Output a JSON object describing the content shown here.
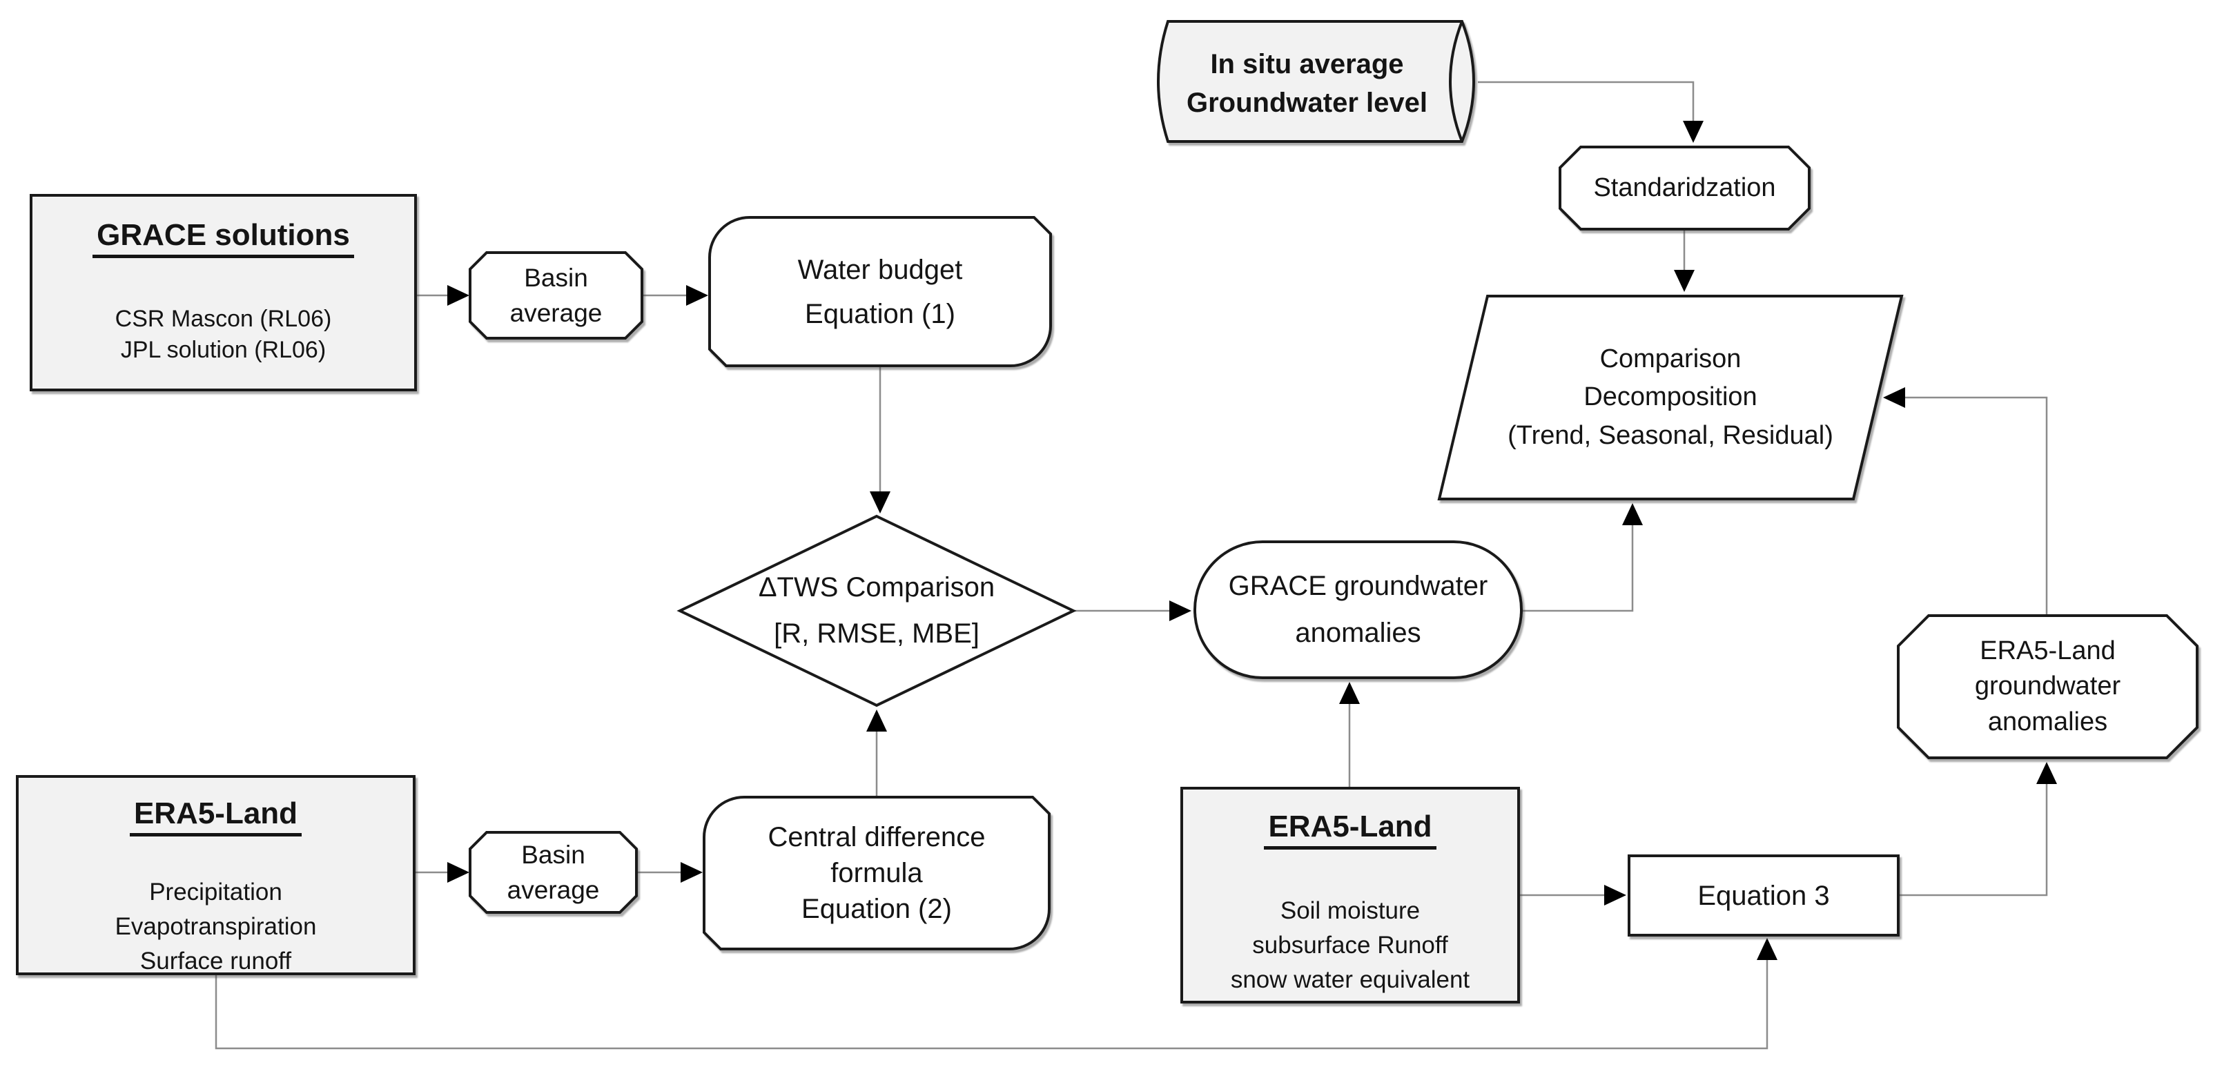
{
  "figure_type": "methodology-flowchart",
  "nodes": {
    "in_situ": {
      "lines": [
        "In situ average",
        "Groundwater level"
      ]
    },
    "standardization": {
      "label": "Standaridzation"
    },
    "comparison": {
      "lines": [
        "Comparison",
        "Decomposition",
        "(Trend, Seasonal, Residual)"
      ]
    },
    "grace_solutions": {
      "title": "GRACE solutions",
      "lines": [
        "CSR Mascon (RL06)",
        "JPL solution (RL06)"
      ]
    },
    "basin_average_top": {
      "lines": [
        "Basin",
        "average"
      ]
    },
    "water_budget": {
      "lines": [
        "Water budget",
        "Equation (1)"
      ]
    },
    "tws_comparison": {
      "lines": [
        "ΔTWS Comparison",
        "[R, RMSE, MBE]"
      ]
    },
    "grace_groundwater": {
      "lines": [
        "GRACE groundwater",
        "anomalies"
      ]
    },
    "era5_flux": {
      "title": "ERA5-Land",
      "lines": [
        "Precipitation",
        "Evapotranspiration",
        "Surface runoff"
      ]
    },
    "basin_average_bottom": {
      "lines": [
        "Basin",
        "average"
      ]
    },
    "central_difference": {
      "lines": [
        "Central difference",
        "formula",
        "Equation (2)"
      ]
    },
    "era5_storage": {
      "title": "ERA5-Land",
      "lines": [
        "Soil moisture",
        "subsurface Runoff",
        "snow water equivalent"
      ]
    },
    "equation_3": {
      "label": "Equation 3"
    },
    "era5_groundwater": {
      "lines": [
        "ERA5-Land",
        "groundwater",
        "anomalies"
      ]
    }
  },
  "colors": {
    "background": "#ffffff",
    "shape_fill_gray": "#f2f2f2",
    "shape_fill_white": "#ffffff",
    "shape_border": "#1a1a1a",
    "connector": "#8c8c8c",
    "arrowhead": "#000000",
    "text": "#141414"
  }
}
